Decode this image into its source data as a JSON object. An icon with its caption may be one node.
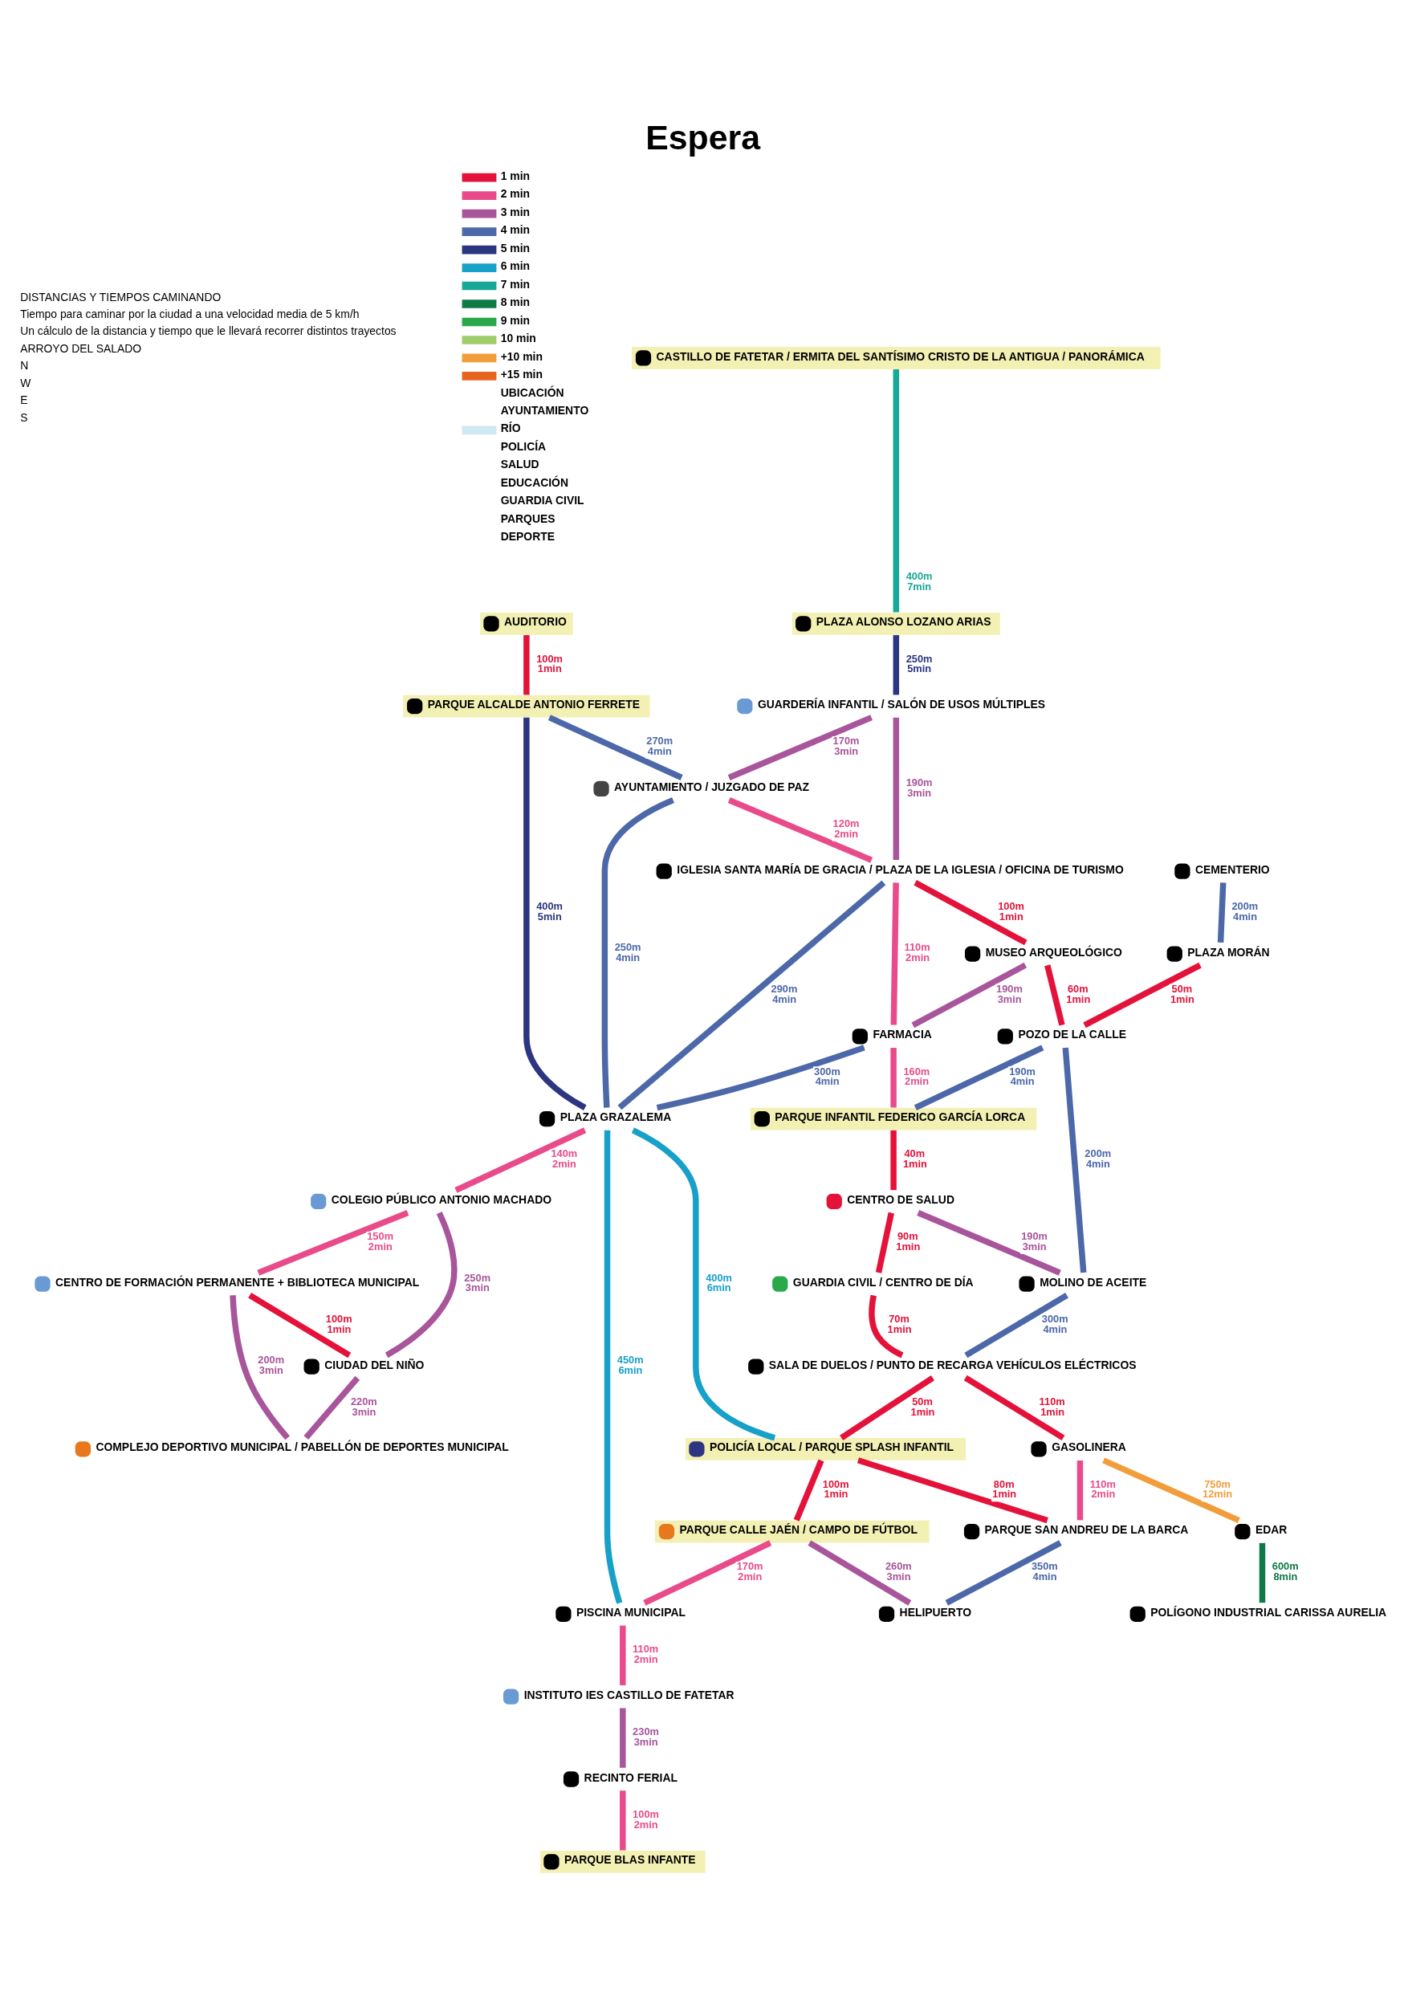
{
  "diagram": {
    "title": "Espera",
    "nodes": [
      {
        "text": [
          "AUDITORIO"
        ]
      },
      {
        "text": [
          "PARQUE ALCALDE ANTONIO FERRETE"
        ]
      },
      {
        "text": [
          "CASTILLO DE FATETAR / ERMITA DEL SANTÍSIMO CRISTO DE LA ANTIGUA / PANORÁMICA"
        ]
      },
      {
        "text": [
          "PLAZA ALONSO LOZANO ARIAS"
        ]
      },
      {
        "text": [
          "GUARDERÍA INFANTIL / SALÓN DE USOS MÚLTIPLES"
        ]
      },
      {
        "text": [
          "AYUNTAMIENTO / JUZGADO DE PAZ"
        ]
      },
      {
        "text": [
          "IGLESIA SANTA MARÍA DE GRACIA / PLAZA DE LA IGLESIA / OFICINA DE TURISMO"
        ]
      },
      {
        "text": [
          "PLAZA GRAZALEMA"
        ]
      },
      {
        "text": [
          "CENTRO DE FORMACIÓN PERMANENTE + BIBLIOTECA MUNICIPAL"
        ]
      },
      {
        "text": [
          "COLEGIO PÚBLICO ANTONIO MACHADO"
        ]
      },
      {
        "text": [
          "CIUDAD DEL NIÑO"
        ]
      },
      {
        "text": [
          "COMPLEJO DEPORTIVO MUNICIPAL / PABELLÓN DE DEPORTES MUNICIPAL"
        ]
      },
      {
        "text": [
          "MUSEO ARQUEOLÓGICO"
        ]
      },
      {
        "text": [
          "FARMACIA"
        ]
      },
      {
        "text": [
          "CEMENTERIO"
        ]
      },
      {
        "text": [
          "PLAZA MORÁN"
        ]
      },
      {
        "text": [
          "POZO DE LA CALLE"
        ]
      },
      {
        "text": [
          "PARQUE INFANTIL FEDERICO GARCÍA LORCA"
        ]
      },
      {
        "text": [
          "CENTRO DE SALUD"
        ]
      },
      {
        "text": [
          "GUARDIA CIVIL / CENTRO DE DÍA"
        ]
      },
      {
        "text": [
          "MOLINO DE ACEITE"
        ]
      },
      {
        "text": [
          "SALA DE DUELOS / PUNTO DE RECARGA VEHÍCULOS ELÉCTRICOS"
        ]
      },
      {
        "text": [
          "POLICÍA LOCAL / PARQUE SPLASH INFANTIL"
        ]
      },
      {
        "text": [
          "PARQUE CALLE JAÉN / CAMPO DE FÚTBOL"
        ]
      },
      {
        "text": [
          "PISCINA MUNICIPAL"
        ]
      },
      {
        "text": [
          "PARQUE SAN ANDREU DE LA BARCA"
        ]
      },
      {
        "text": [
          "GASOLINERA"
        ]
      },
      {
        "text": [
          "HELIPUERTO"
        ]
      },
      {
        "text": [
          "INSTITUTO IES CASTILLO DE FATETAR"
        ]
      },
      {
        "text": [
          "RECINTO FERIAL"
        ]
      },
      {
        "text": [
          "PARQUE BLAS INFANTE"
        ]
      },
      {
        "text": [
          "EDAR"
        ]
      },
      {
        "text": [
          "POLÍGONO INDUSTRIAL CARISSA AURELIA"
        ]
      }
    ],
    "edges": [
      {
        "from": 0,
        "to": 1,
        "arrow": "none",
        "label": "100m 1min"
      },
      {
        "from": 1,
        "to": 5,
        "arrow": "none",
        "label": "270m 4min",
        "color": "#4c68a8"
      },
      {
        "from": 1,
        "to": 7,
        "arrow": "none",
        "label": "400m 5min",
        "color": "#2c3580"
      },
      {
        "from": 2,
        "to": 3,
        "arrow": "none",
        "label": "400m 7min",
        "color": "#17a898"
      },
      {
        "from": 3,
        "to": 4,
        "arrow": "none",
        "label": "250m 5min",
        "color": "#2c3580"
      },
      {
        "from": 4,
        "to": 5,
        "arrow": "none",
        "label": "170m 3min",
        "color": "#a8559b"
      },
      {
        "from": 4,
        "to": 6,
        "arrow": "none",
        "label": "190m 3min",
        "color": "#a8559b"
      },
      {
        "from": 5,
        "to": 6,
        "arrow": "none",
        "label": "120m 2min",
        "color": "#e94b8a"
      },
      {
        "from": 5,
        "to": 7,
        "arrow": "none",
        "label": "250m 4min",
        "color": "#4c68a8"
      },
      {
        "from": 6,
        "to": 7,
        "arrow": "none",
        "label": "290m 4min",
        "color": "#4c68a8"
      },
      {
        "from": 6,
        "to": 12,
        "arrow": "none",
        "label": "100m 1min"
      },
      {
        "from": 6,
        "to": 13,
        "arrow": "none",
        "label": "110m 2min",
        "color": "#e94b8a"
      },
      {
        "from": 12,
        "to": 13,
        "arrow": "none",
        "label": "190m 3min",
        "color": "#a8559b"
      },
      {
        "from": 13,
        "to": 7,
        "arrow": "none",
        "label": "300m 4min",
        "color": "#4c68a8"
      },
      {
        "from": 7,
        "to": 9,
        "arrow": "none",
        "label": "140m 2min",
        "color": "#e94b8a"
      },
      {
        "from": 9,
        "to": 8,
        "arrow": "none",
        "label": "150m 2min",
        "color": "#e94b8a"
      },
      {
        "from": 9,
        "to": 10,
        "arrow": "none",
        "label": "250m 3min",
        "color": "#a8559b"
      },
      {
        "from": 8,
        "to": 10,
        "arrow": "none",
        "label": "100m 1min"
      },
      {
        "from": 8,
        "to": 11,
        "arrow": "none",
        "label": "200m 3min",
        "color": "#a8559b"
      },
      {
        "from": 10,
        "to": 11,
        "arrow": "none",
        "label": "220m 3min",
        "color": "#a8559b"
      },
      {
        "from": 7,
        "to": 22,
        "arrow": "none",
        "label": "400m 6min",
        "color": "#17a0c8"
      },
      {
        "from": 7,
        "to": 24,
        "arrow": "none",
        "label": "450m 6min",
        "color": "#17a0c8"
      },
      {
        "from": 14,
        "to": 15,
        "arrow": "none",
        "label": "200m 4min",
        "color": "#4c68a8"
      },
      {
        "from": 15,
        "to": 16,
        "arrow": "none",
        "label": "50m 1min"
      },
      {
        "from": 12,
        "to": 16,
        "arrow": "none",
        "label": "60m 1min"
      },
      {
        "from": 16,
        "to": 17,
        "arrow": "none",
        "label": "190m 4min",
        "color": "#4c68a8"
      },
      {
        "from": 13,
        "to": 17,
        "arrow": "none",
        "label": "160m 2min",
        "color": "#e94b8a"
      },
      {
        "from": 16,
        "to": 20,
        "arrow": "none",
        "label": "200m 4min",
        "color": "#4c68a8"
      },
      {
        "from": 17,
        "to": 18,
        "arrow": "none",
        "label": "40m 1min"
      },
      {
        "from": 18,
        "to": 20,
        "arrow": "none",
        "label": "190m 3min",
        "color": "#a8559b"
      },
      {
        "from": 18,
        "to": 19,
        "arrow": "none",
        "label": "90m 1min"
      },
      {
        "from": 19,
        "to": 21,
        "arrow": "none",
        "label": "70m 1min"
      },
      {
        "from": 20,
        "to": 21,
        "arrow": "none",
        "label": "300m 4min",
        "color": "#4c68a8"
      },
      {
        "from": 21,
        "to": 22,
        "arrow": "none",
        "label": "50m 1min"
      },
      {
        "from": 21,
        "to": 26,
        "arrow": "none",
        "label": "110m 1min"
      },
      {
        "from": 22,
        "to": 23,
        "arrow": "none",
        "label": "100m 1min"
      },
      {
        "from": 22,
        "to": 25,
        "arrow": "none",
        "label": "80m 1min"
      },
      {
        "from": 23,
        "to": 24,
        "arrow": "none",
        "label": "170m 2min",
        "color": "#e94b8a"
      },
      {
        "from": 23,
        "to": 27,
        "arrow": "none",
        "label": "260m 3min",
        "color": "#a8559b"
      },
      {
        "from": 25,
        "to": 27,
        "arrow": "none",
        "label": "350m 4min",
        "color": "#4c68a8"
      },
      {
        "from": 26,
        "to": 25,
        "arrow": "none",
        "label": "110m 2min",
        "color": "#e94b8a"
      },
      {
        "from": 24,
        "to": 28,
        "arrow": "none",
        "label": "110m 2min",
        "color": "#e94b8a"
      },
      {
        "from": 28,
        "to": 29,
        "arrow": "none",
        "label": "230m 3min",
        "color": "#a8559b"
      },
      {
        "from": 29,
        "to": 30,
        "arrow": "none",
        "label": "100m 2min",
        "color": "#e94b8a"
      },
      {
        "from": 26,
        "to": 31,
        "arrow": "none",
        "label": "750m 12min",
        "color": "#f29d3c"
      },
      {
        "from": 31,
        "to": 32,
        "arrow": "none",
        "label": "600m 8min",
        "color": "#0e7a45"
      }
    ],
    "labels": [
      "DISTANCIAS Y TIEMPOS CAMINANDO",
      "Tiempo para caminar por la ciudad a una velocidad media de 5 km/h",
      "Un cálculo de la distancia y tiempo que le llevará recorrer distintos trayectos",
      "ARROYO DEL SALADO",
      "N",
      "W",
      "E",
      "S"
    ],
    "legend": [
      {
        "text": "1 min",
        "color": "#e4123a"
      },
      {
        "text": "2 min",
        "color": "#e94b8a"
      },
      {
        "text": "3 min",
        "color": "#a8559b"
      },
      {
        "text": "4 min",
        "color": "#4c68a8"
      },
      {
        "text": "5 min",
        "color": "#2c3580"
      },
      {
        "text": "6 min",
        "color": "#17a0c8"
      },
      {
        "text": "7 min",
        "color": "#17a898"
      },
      {
        "text": "8 min",
        "color": "#0e7a45"
      },
      {
        "text": "9 min",
        "color": "#2aa84a"
      },
      {
        "text": "10 min",
        "color": "#a0cc6a"
      },
      {
        "text": "+10 min",
        "color": "#f29d3c"
      },
      {
        "text": "+15 min",
        "color": "#e8641e"
      },
      {
        "text": "UBICACIÓN"
      },
      {
        "text": "AYUNTAMIENTO"
      },
      {
        "text": "RÍO",
        "color": "#cfe8f3"
      },
      {
        "text": "POLICÍA"
      },
      {
        "text": "SALUD"
      },
      {
        "text": "EDUCACIÓN"
      },
      {
        "text": "GUARDIA CIVIL"
      },
      {
        "text": "PARQUES"
      },
      {
        "text": "DEPORTE"
      }
    ]
  }
}
